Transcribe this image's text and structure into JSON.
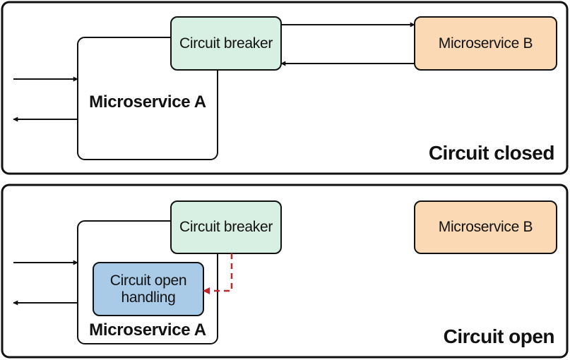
{
  "colors": {
    "panel_stroke": "#111111",
    "circuit_breaker_fill": "#d8efe3",
    "microservice_b_fill": "#fbd9b4",
    "open_handling_fill": "#a9cbe8",
    "fallback_arrow": "#c0252b"
  },
  "closed_panel": {
    "microservice_a": "Microservice A",
    "circuit_breaker": "Circuit breaker",
    "microservice_b": "Microservice B",
    "state": "Circuit closed"
  },
  "open_panel": {
    "microservice_a": "Microservice A",
    "circuit_breaker": "Circuit breaker",
    "circuit_open_handling": "Circuit open handling",
    "microservice_b": "Microservice B",
    "state": "Circuit open"
  }
}
